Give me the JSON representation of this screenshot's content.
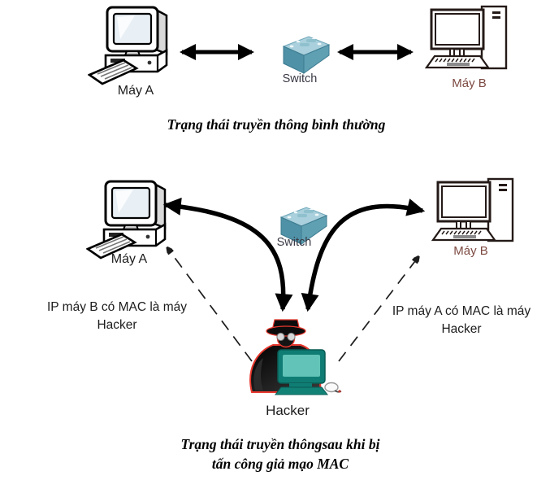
{
  "colors": {
    "teal-top": "#a9d0dc",
    "teal-front": "#4f91a6",
    "maroon": "#7d4a42",
    "switch-label": "#3a3a46",
    "hacker-red": "#e8392f",
    "laptop-dark": "#0f7d74",
    "laptop-screen": "#62c4b8"
  },
  "top_section": {
    "computer_a_label": "Máy A",
    "switch_label": "Switch",
    "computer_b_label": "Máy B",
    "caption": "Trạng thái truyền thông bình thường"
  },
  "bottom_section": {
    "computer_a_label": "Máy A",
    "switch_label": "Switch",
    "computer_b_label": "Máy B",
    "hacker_label": "Hacker",
    "left_annotation_line1": "IP máy B có MAC là máy",
    "left_annotation_line2": "Hacker",
    "right_annotation_line1": "IP máy A có MAC là máy",
    "right_annotation_line2": "Hacker",
    "caption_line1": "Trạng thái truyền thôngsau khi bị",
    "caption_line2": "tấn công giả mạo MAC"
  }
}
